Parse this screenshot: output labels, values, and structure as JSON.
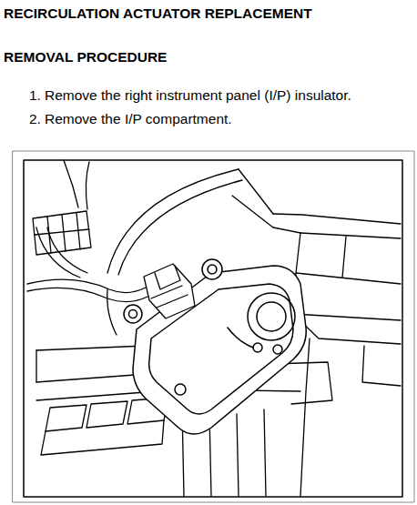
{
  "diagram": {
    "title": "RECIRCULATION ACTUATOR REPLACEMENT",
    "labels": [
      "REMOVAL PROCEDURE",
      "1.",
      "Remove the right instrument panel (I/P) insulator.",
      "2.",
      "Remove the I/P compartment."
    ]
  }
}
